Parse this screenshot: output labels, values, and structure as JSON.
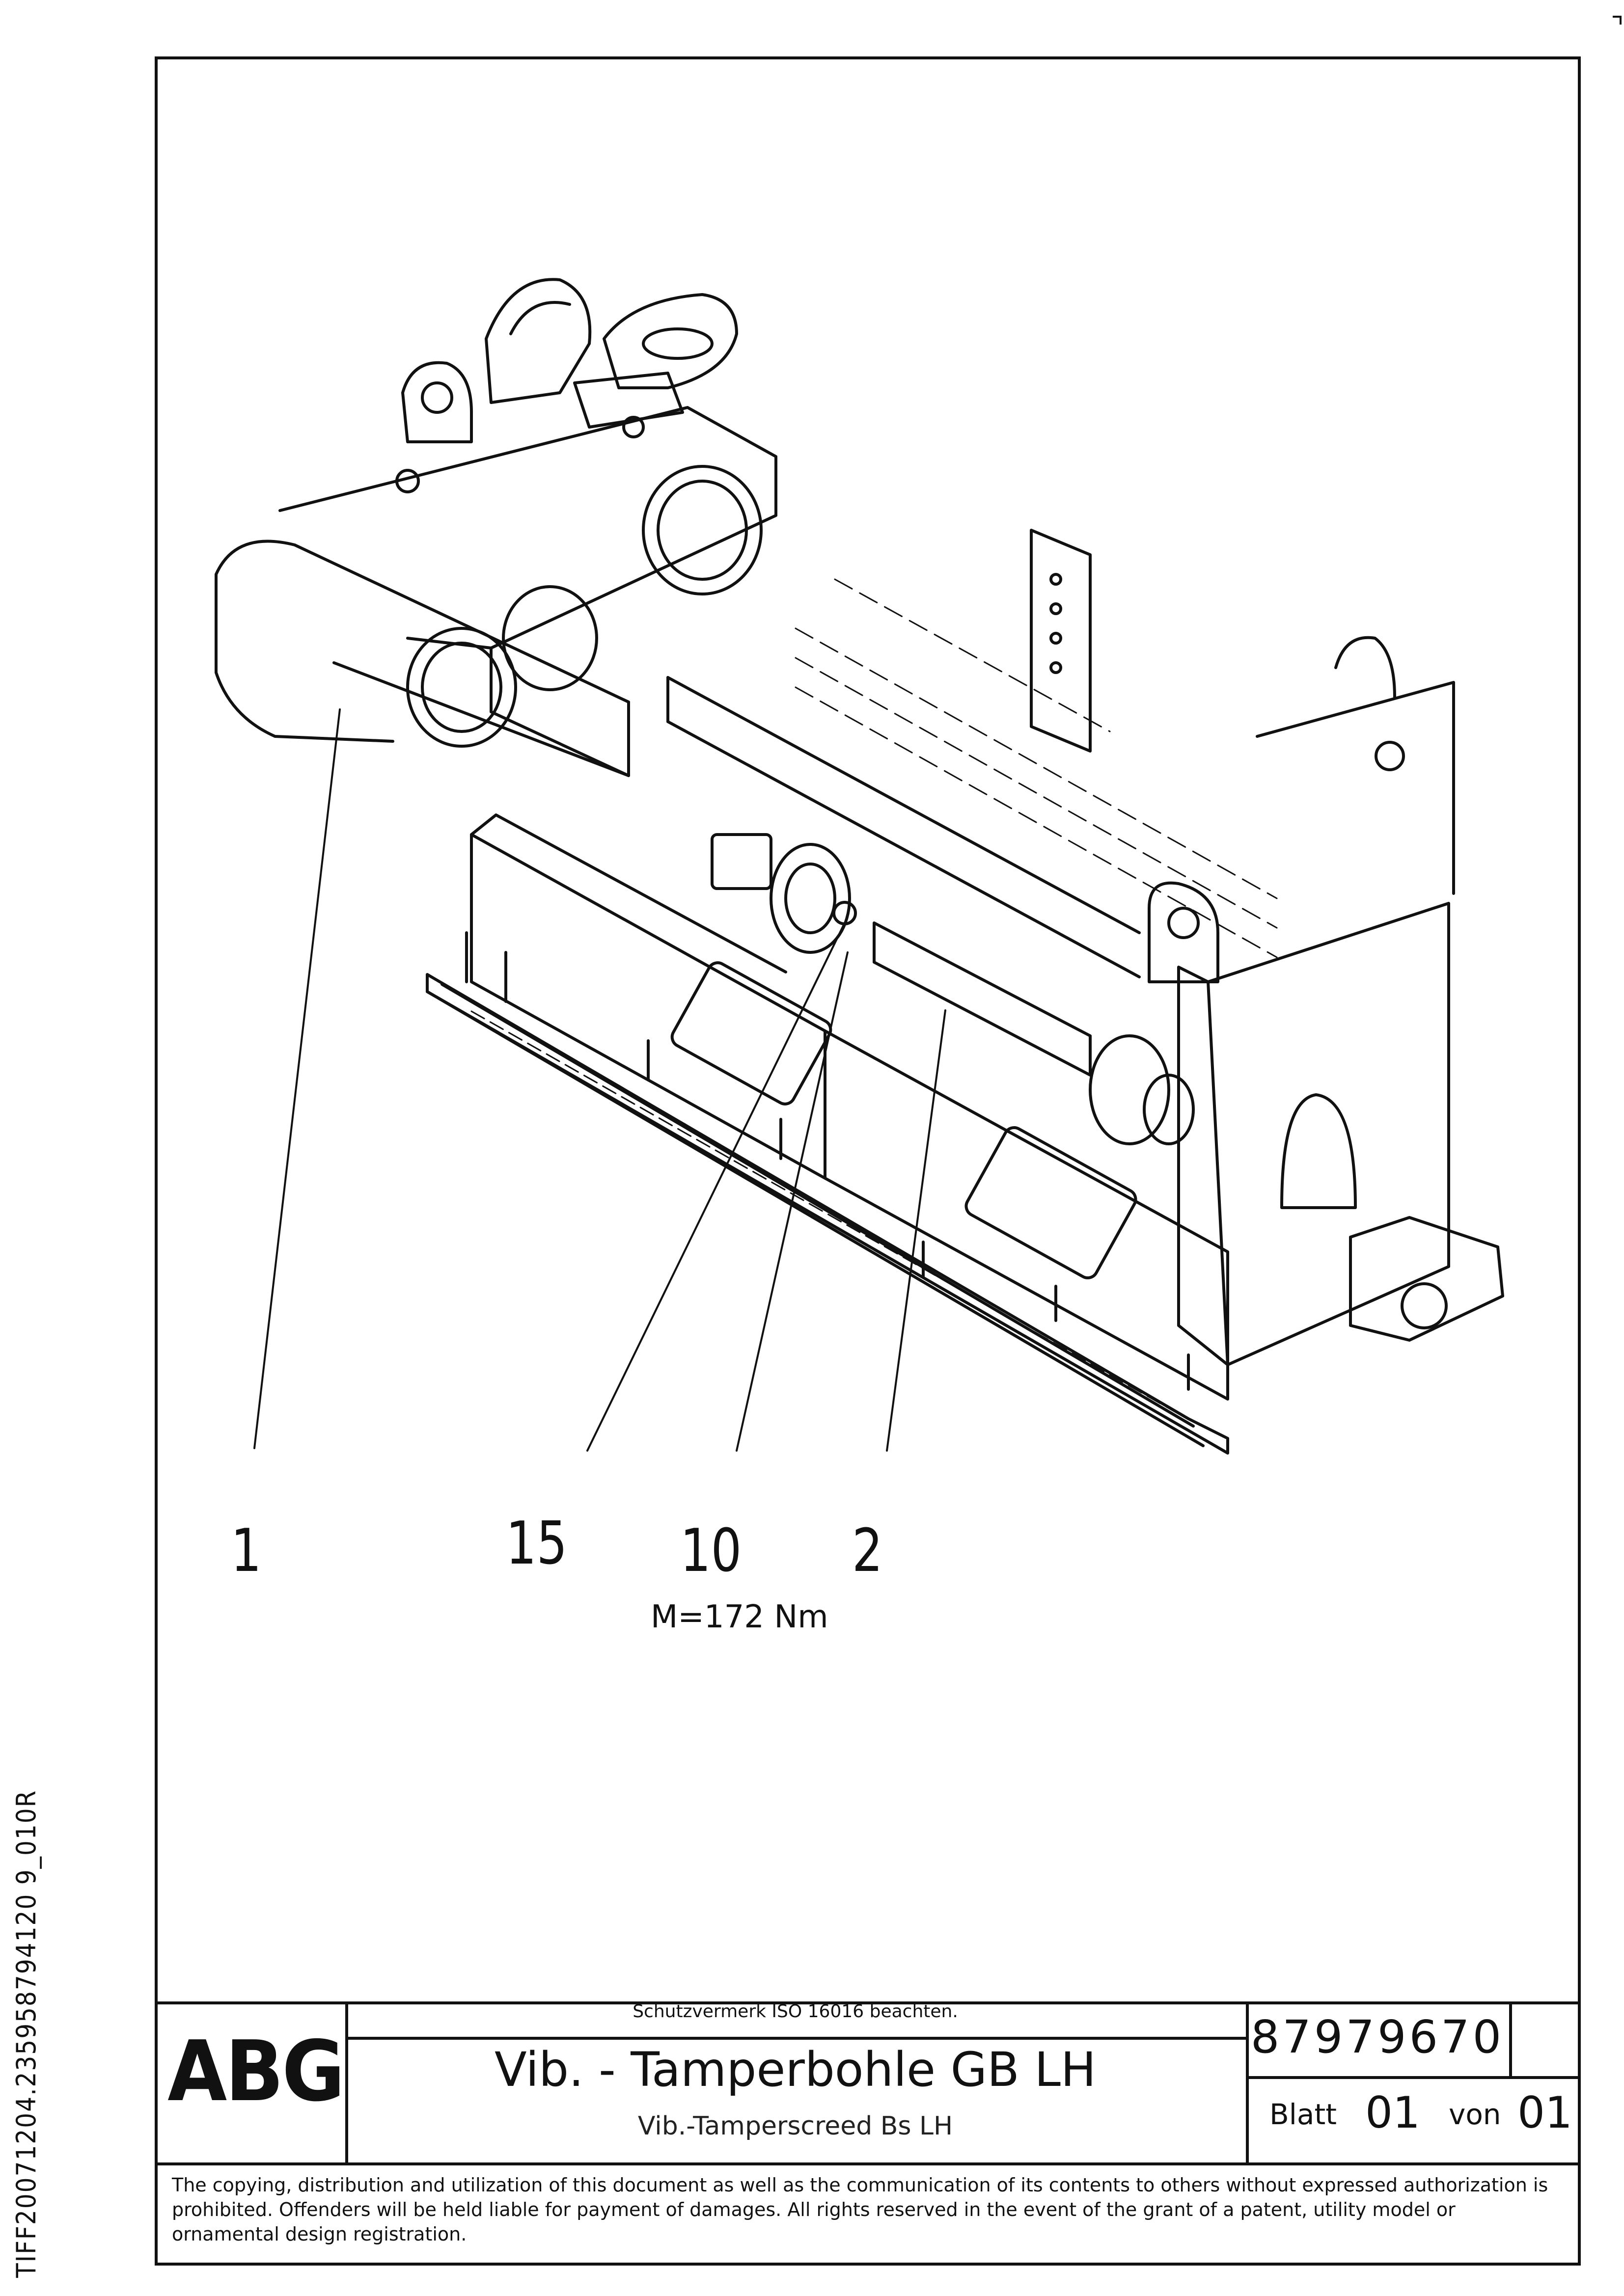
{
  "side_id": "TIFF20071204.235958794120 9_010R",
  "callouts": [
    {
      "label": "1"
    },
    {
      "label": "15"
    },
    {
      "label": "10"
    },
    {
      "label": "2"
    }
  ],
  "torque_note": "M=172 Nm",
  "title_block": {
    "logo": "ABG",
    "protection_note": "Schutzvermerk ISO 16016 beachten.",
    "title_de": "Vib. - Tamperbohle GB LH",
    "title_en": "Vib.-Tamperscreed Bs LH",
    "doc_number": "87979670",
    "sheet_label": "Blatt",
    "sheet_value": "01",
    "of_label": "von",
    "of_value": "01"
  },
  "copyright": "The copying, distribution and utilization of this document as well as the communication of its contents to others without expressed authorization is prohibited. Offenders will be held liable for payment of damages. All rights reserved in the event of the grant of a patent, utility model or ornamental design registration."
}
